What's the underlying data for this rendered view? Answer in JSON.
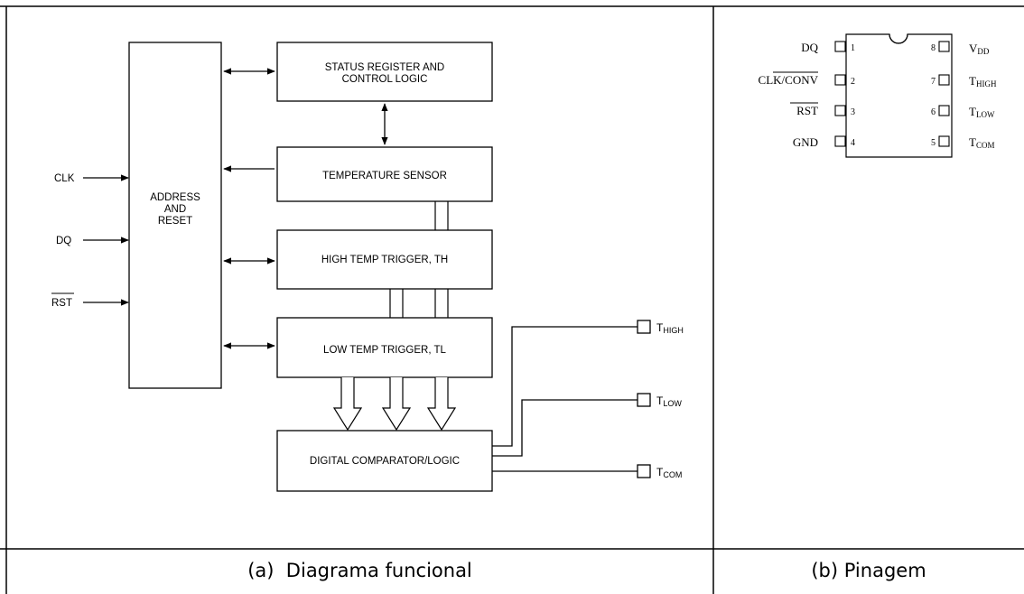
{
  "functional_diagram": {
    "inputs": [
      {
        "label": "CLK",
        "overline": false
      },
      {
        "label": "DQ",
        "overline": false
      },
      {
        "label": "RST",
        "overline": true
      }
    ],
    "address_block": [
      "ADDRESS",
      "AND",
      "RESET"
    ],
    "blocks": {
      "status_register": [
        "STATUS REGISTER AND",
        "CONTROL LOGIC"
      ],
      "temperature_sensor": "TEMPERATURE SENSOR",
      "high_trigger": "HIGH TEMP TRIGGER, TH",
      "low_trigger": "LOW TEMP TRIGGER, TL",
      "comparator": "DIGITAL COMPARATOR/LOGIC"
    },
    "outputs": [
      {
        "main": "T",
        "sub": "HIGH"
      },
      {
        "main": "T",
        "sub": "LOW"
      },
      {
        "main": "T",
        "sub": "COM"
      }
    ]
  },
  "pinout": {
    "left_pins": [
      {
        "num": "1",
        "name": "DQ"
      },
      {
        "num": "2",
        "name_prefix": "CLK/",
        "name_overline": "CONV"
      },
      {
        "num": "3",
        "name_overline": "RST"
      },
      {
        "num": "4",
        "name": "GND"
      }
    ],
    "right_pins": [
      {
        "num": "8",
        "main": "V",
        "sub": "DD"
      },
      {
        "num": "7",
        "main": "T",
        "sub": "HIGH"
      },
      {
        "num": "6",
        "main": "T",
        "sub": "LOW"
      },
      {
        "num": "5",
        "main": "T",
        "sub": "COM"
      }
    ]
  },
  "captions": {
    "left": "(a)  Diagrama funcional",
    "right": "(b) Pinagem"
  }
}
